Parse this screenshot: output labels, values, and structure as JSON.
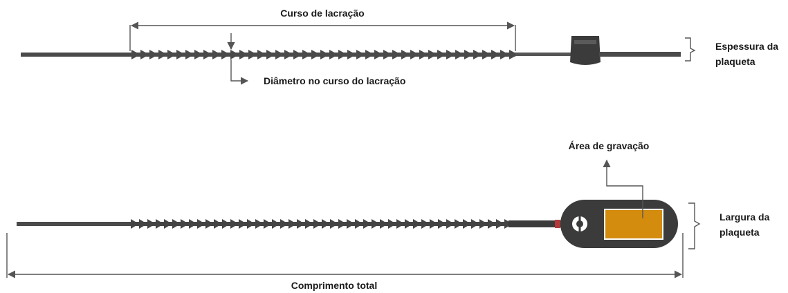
{
  "labels": {
    "curso_lacracao": "Curso de lacração",
    "diametro": "Diâmetro no curso do lacração",
    "espessura_line1": "Espessura da",
    "espessura_line2": "plaqueta",
    "area_gravacao": "Área de gravação",
    "largura_line1": "Largura da",
    "largura_line2": "plaqueta",
    "comprimento_total": "Comprimento total"
  },
  "colors": {
    "seal_body": "#3b3b3b",
    "engraving_area": "#d48c0e",
    "dimension_lines": "#555555",
    "background": "#ffffff"
  },
  "icons": {
    "side_view_tail": "serrated-strap",
    "top_view_tail": "serrated-strap",
    "lock_hole": "keyhole-icon"
  }
}
